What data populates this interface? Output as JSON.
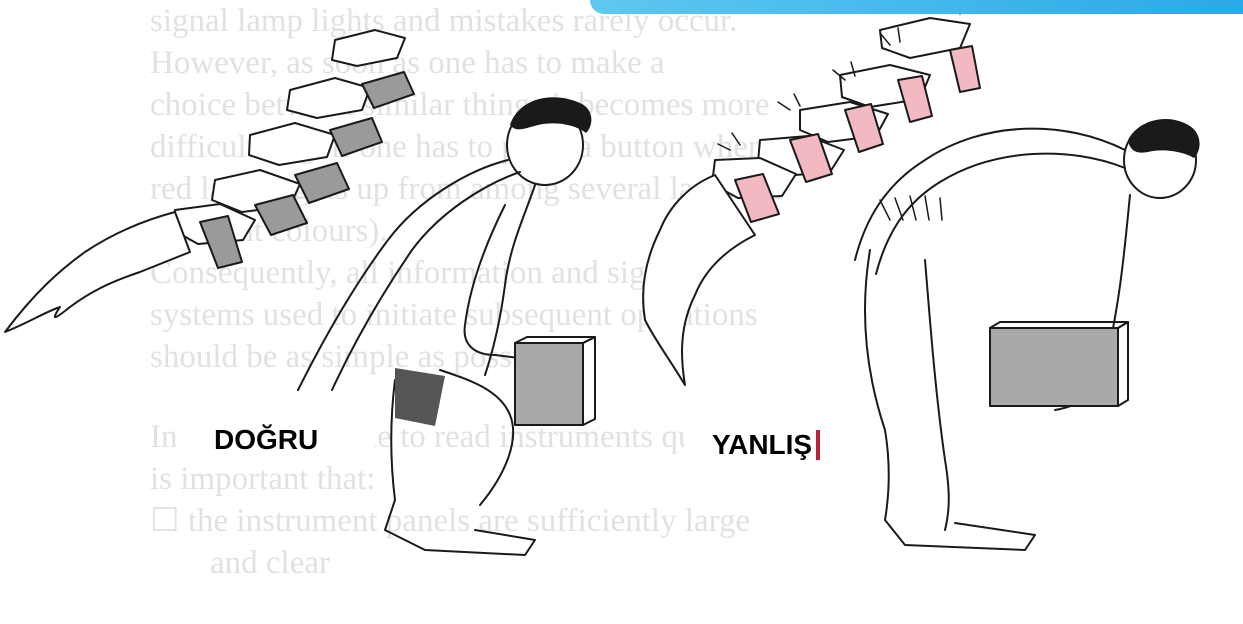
{
  "labels": {
    "correct": "DOĞRU",
    "wrong": "YANLIŞ"
  },
  "background_text": [
    "signal lamp lights and mistakes rarely occur.",
    "However, as soon as one has to make a",
    "choice between similar things it becomes more",
    "difficult (e.g. if one has to press a button when a",
    "red lamp lights up from among several lamps of",
    "different colours).",
    "Consequently, all information and signal",
    "systems used to initiate subsequent operations",
    "should be as simple as possible.",
    "",
    "In order to be able to read instruments quickly it",
    "is important that:",
    "☐ the instrument panels are sufficiently large",
    "and clear"
  ],
  "colors": {
    "ink": "#1a1a1a",
    "disc_pink": "#f2b9c3",
    "box_gray": "#a9a9a9",
    "accent_bar": "#2aa9e8",
    "mark_red": "#b5243a"
  }
}
